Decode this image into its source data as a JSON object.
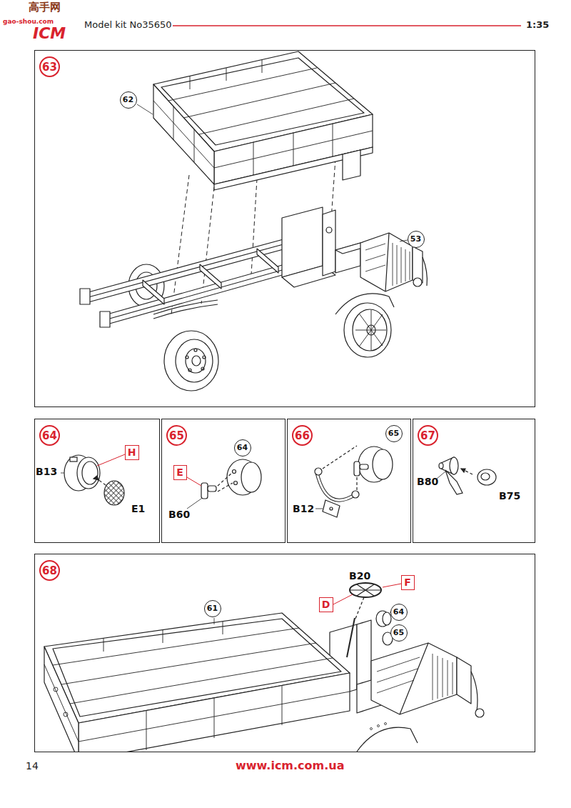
{
  "diagram": {
    "nodes": [
      {
        "text": [
          "63"
        ]
      },
      {
        "text": [
          "62"
        ],
        "in": 0
      },
      {
        "text": [
          "53"
        ],
        "in": 0
      },
      {
        "text": [
          "64"
        ]
      },
      {
        "text": [
          "H"
        ],
        "in": 3
      },
      {
        "text": [
          "65"
        ]
      },
      {
        "text": [
          "E"
        ],
        "in": 5
      },
      {
        "text": [
          "64"
        ],
        "in": 5
      },
      {
        "text": [
          "66"
        ]
      },
      {
        "text": [
          "65"
        ],
        "in": 8
      },
      {
        "text": [
          "67"
        ]
      },
      {
        "text": [
          "68"
        ]
      },
      {
        "text": [
          "61"
        ],
        "in": 11
      },
      {
        "text": [
          "F"
        ],
        "in": 11
      },
      {
        "text": [
          "D"
        ],
        "in": 11
      },
      {
        "text": [
          "64"
        ],
        "in": 11
      },
      {
        "text": [
          "65"
        ],
        "in": 11
      }
    ],
    "labels": [
      "高手网",
      "gao-shou.com",
      "ICM",
      "Model kit No35650",
      "1:35",
      "B13",
      "E1",
      "B60",
      "B12",
      "B80",
      "B75",
      "B20",
      "14",
      "www.icm.com.ua"
    ]
  }
}
